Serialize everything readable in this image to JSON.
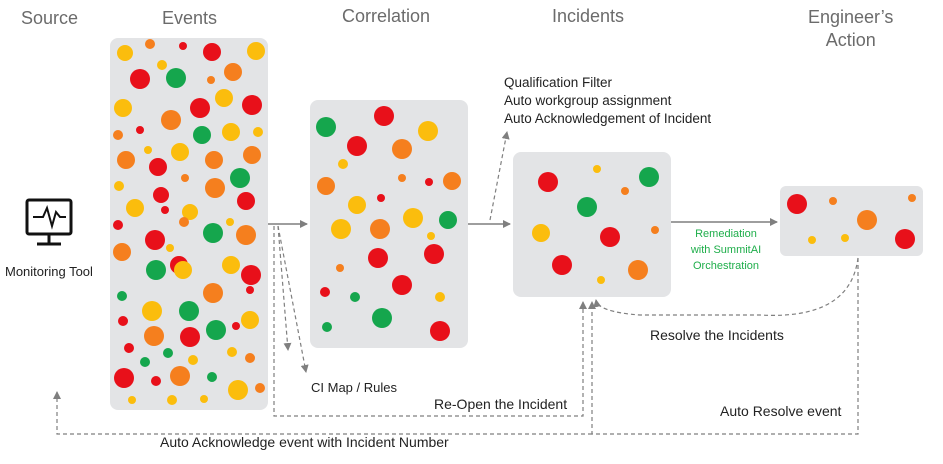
{
  "headers": {
    "source": "Source",
    "events": "Events",
    "correlation": "Correlation",
    "incidents": "Incidents",
    "action_line1": "Engineer’s",
    "action_line2": "Action"
  },
  "monitoring_tool": {
    "label": "Monitoring Tool",
    "icon": "monitor-pulse-icon"
  },
  "incident_notes": [
    "Qualification Filter",
    "Auto workgroup assignment",
    "Auto Acknowledgement of Incident"
  ],
  "remediation": [
    "Remediation",
    "with SummitAI",
    "Orchestration"
  ],
  "labels": {
    "ci_map": "CI Map / Rules",
    "reopen": "Re-Open the Incident",
    "resolve": "Resolve the Incidents",
    "auto_resolve": "Auto Resolve event",
    "auto_ack": "Auto Acknowledge event with Incident Number"
  },
  "colors": {
    "red": "#e8101a",
    "orange": "#f57f1e",
    "yellow": "#fbbd0d",
    "green": "#15a64d",
    "panel": "#e3e4e6",
    "line": "#7f7f7f",
    "remediation_text": "#1fae4b"
  }
}
